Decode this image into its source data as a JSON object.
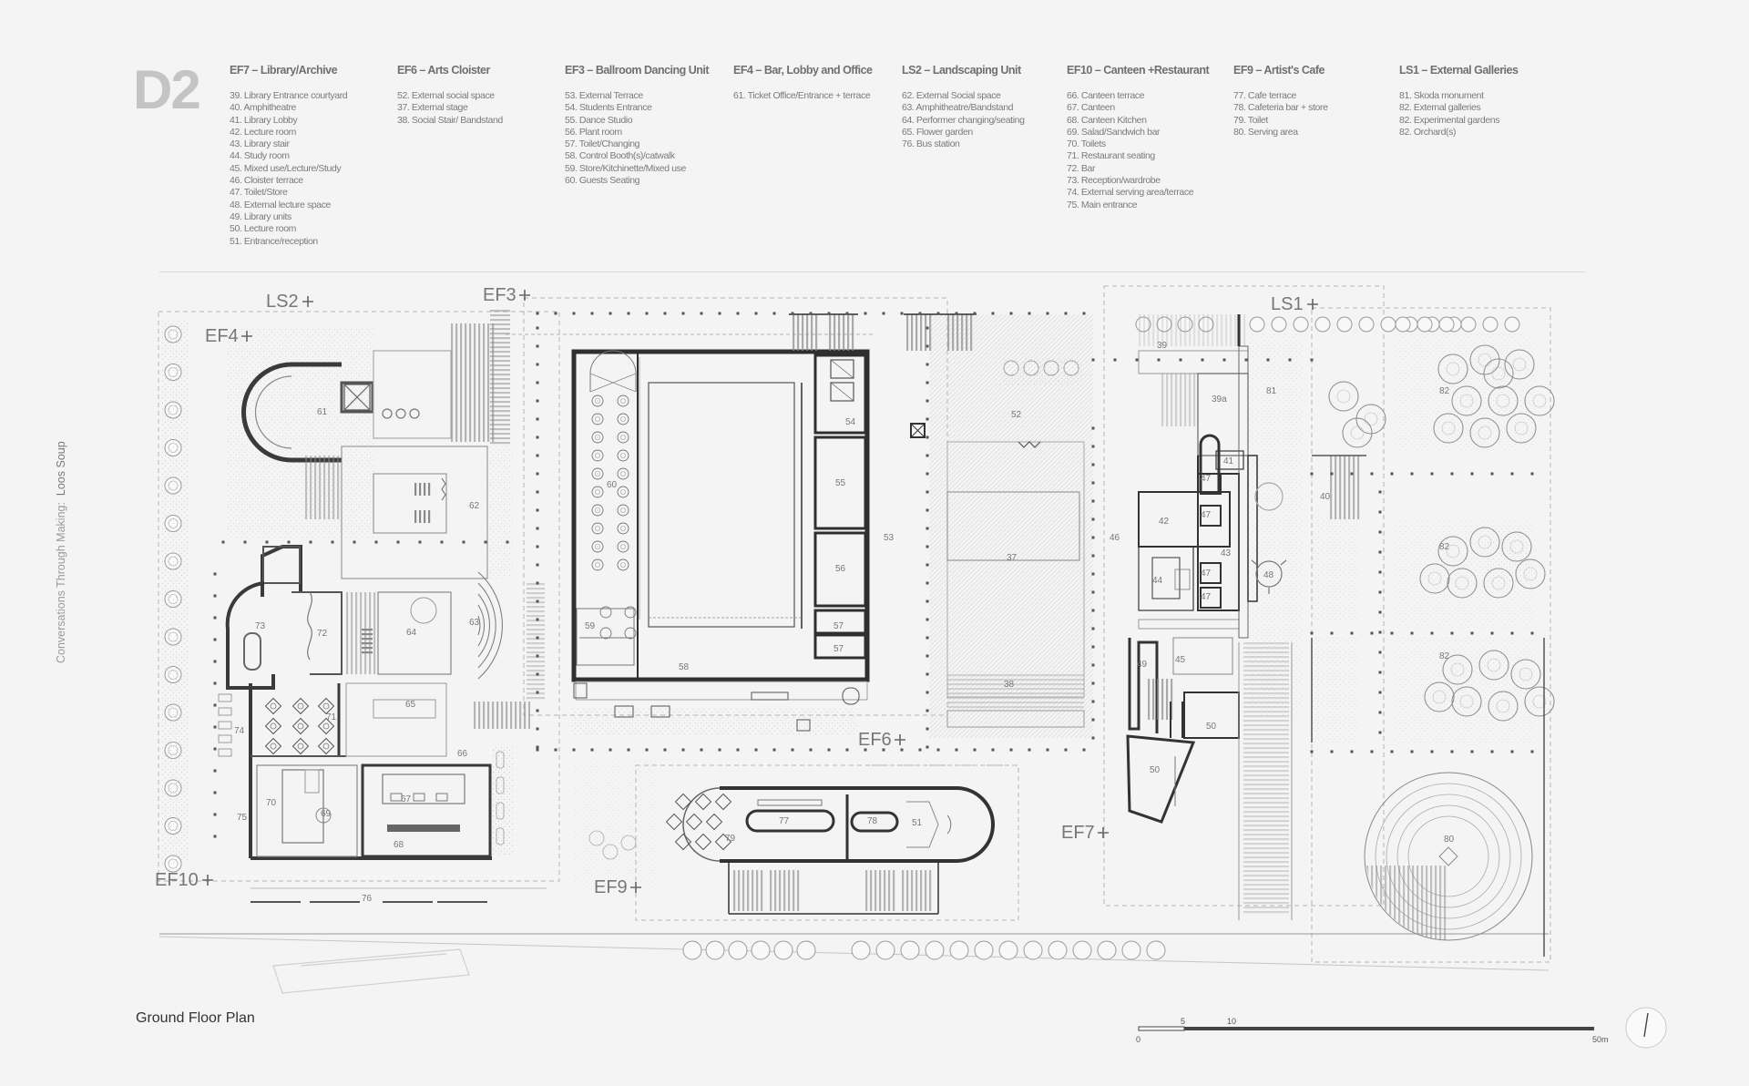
{
  "sheet": {
    "code": "D2",
    "side_caption_prefix": "Conversations Through Making:",
    "side_caption_name": "Loos Soup",
    "plan_title": "Ground Floor Plan"
  },
  "legend": [
    {
      "title": "EF7 – Library/Archive",
      "items": [
        "39. Library Entrance courtyard",
        "40. Amphitheatre",
        "41. Library Lobby",
        "42. Lecture room",
        "43. Library stair",
        "44. Study room",
        "45. Mixed use/Lecture/Study",
        "46. Cloister terrace",
        "47. Toilet/Store",
        "48. External lecture space",
        "49. Library units",
        "50. Lecture room",
        "51. Entrance/reception"
      ]
    },
    {
      "title": "EF6 – Arts Cloister",
      "items": [
        "52. External social space",
        "37. External stage",
        "38. Social Stair/ Bandstand"
      ]
    },
    {
      "title": "EF3 – Ballroom Dancing Unit",
      "items": [
        "53. External Terrace",
        "54. Students Entrance",
        "55. Dance Studio",
        "56. Plant room",
        "57. Toilet/Changing",
        "58. Control Booth(s)/catwalk",
        "59. Store/Kitchinette/Mixed use",
        "60. Guests Seating"
      ]
    },
    {
      "title": "EF4 – Bar, Lobby and Office",
      "items": [
        "61. Ticket Office/Entrance + terrace"
      ]
    },
    {
      "title": "LS2 – Landscaping Unit",
      "items": [
        "62. External Social space",
        "63. Amphitheatre/Bandstand",
        "64. Performer changing/seating",
        "65. Flower garden",
        "76. Bus station"
      ]
    },
    {
      "title": "EF10 – Canteen +Restaurant",
      "items": [
        "66. Canteen terrace",
        "67. Canteen",
        "68. Canteen Kitchen",
        "69. Salad/Sandwich bar",
        "70. Toilets",
        "71. Restaurant seating",
        "72. Bar",
        "73. Reception/wardrobe",
        "74. External serving area/terrace",
        "75. Main entrance"
      ]
    },
    {
      "title": "EF9 – Artist's Cafe",
      "items": [
        "77. Cafe terrace",
        "78. Cafeteria bar + store",
        "79. Toilet",
        "80. Serving area"
      ]
    },
    {
      "title": "LS1 – External Galleries",
      "items": [
        "81. Skoda monument",
        "82. External galleries",
        "82. Experimental gardens",
        "82. Orchard(s)"
      ]
    }
  ],
  "unit_tags": [
    "LS2",
    "EF3",
    "LS1",
    "EF4",
    "EF6",
    "EF7",
    "EF10",
    "EF9"
  ],
  "room_numbers": [
    "61",
    "62",
    "63",
    "64",
    "65",
    "66",
    "67",
    "68",
    "69",
    "70",
    "71",
    "72",
    "73",
    "74",
    "75",
    "76",
    "50",
    "52",
    "53",
    "54",
    "55",
    "56",
    "57",
    "57",
    "58",
    "59",
    "60",
    "37",
    "38",
    "39",
    "39a",
    "40",
    "41",
    "42",
    "43",
    "44",
    "45",
    "46",
    "47",
    "47",
    "47",
    "47",
    "48",
    "49",
    "50",
    "51",
    "77",
    "78",
    "79",
    "80",
    "81",
    "82",
    "82",
    "82",
    "82"
  ],
  "scale_bar": {
    "labels": [
      "0",
      "5",
      "10",
      "50m"
    ]
  }
}
